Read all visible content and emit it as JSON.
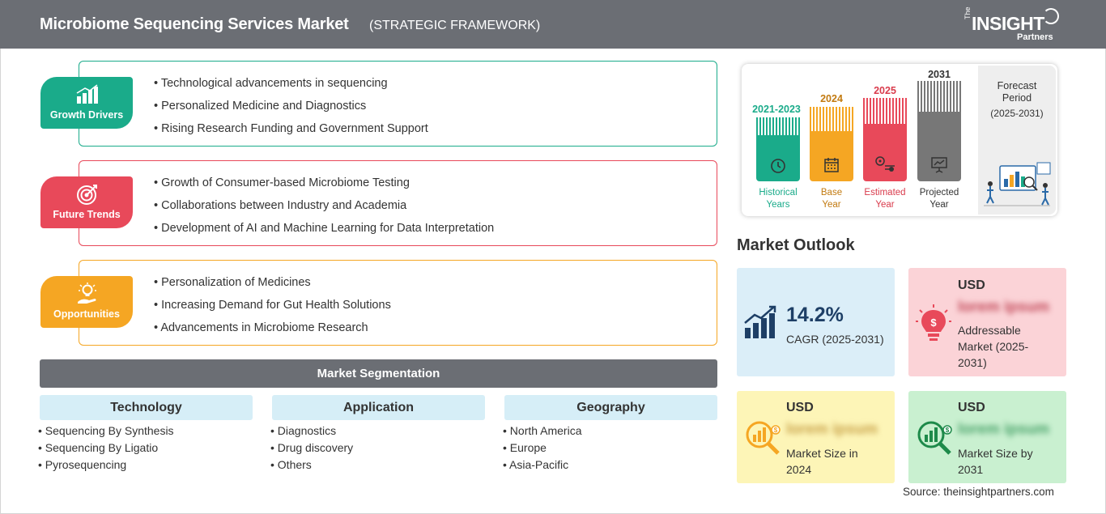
{
  "header": {
    "title": "Microbiome Sequencing Services Market",
    "subtitle": "(STRATEGIC FRAMEWORK)",
    "logo_the": "The",
    "logo_insight": "INSIGHT",
    "logo_partners": "Partners"
  },
  "framework": [
    {
      "label": "Growth Drivers",
      "color": "#1aab8a",
      "icon": "bar-chart-growth-icon",
      "items": [
        "Technological advancements in sequencing",
        "Personalized Medicine and Diagnostics",
        "Rising Research Funding and Government Support"
      ]
    },
    {
      "label": "Future Trends",
      "color": "#e8495a",
      "icon": "target-icon",
      "items": [
        "Growth of Consumer-based Microbiome Testing",
        "Collaborations between Industry and Academia",
        "Development of AI and Machine Learning for Data Interpretation"
      ]
    },
    {
      "label": "Opportunities",
      "color": "#f5a623",
      "icon": "lightbulb-hand-icon",
      "items": [
        "Personalization of Medicines",
        "Increasing Demand for Gut Health Solutions",
        "Advancements in Microbiome Research"
      ]
    }
  ],
  "segmentation": {
    "title": "Market Segmentation",
    "columns": [
      {
        "heading": "Technology",
        "items": [
          "Sequencing By Synthesis",
          "Sequencing By Ligatio",
          "Pyrosequencing"
        ]
      },
      {
        "heading": "Application",
        "items": [
          "Diagnostics",
          "Drug discovery",
          "Others"
        ]
      },
      {
        "heading": "Geography",
        "items": [
          "North America",
          "Europe",
          "Asia-Pacific"
        ]
      }
    ]
  },
  "timeline": {
    "bars": [
      {
        "year": "2021-2023",
        "label_line1": "Historical",
        "label_line2": "Years",
        "color": "#1aab8a"
      },
      {
        "year": "2024",
        "label_line1": "Base",
        "label_line2": "Year",
        "color": "#f5a623"
      },
      {
        "year": "2025",
        "label_line1": "Estimated",
        "label_line2": "Year",
        "color": "#e8495a"
      },
      {
        "year": "2031",
        "label_line1": "Projected",
        "label_line2": "Year",
        "color": "#777777"
      }
    ],
    "forecast_title_1": "Forecast",
    "forecast_title_2": "Period",
    "forecast_period": "(2025-2031)"
  },
  "outlook": {
    "title": "Market Outlook",
    "cagr_value": "14.2%",
    "cagr_label": "CAGR (2025-2031)",
    "addressable_usd": "USD",
    "addressable_value": "lorem ipsum",
    "addressable_label": "Addressable Market (2025-2031)",
    "size2024_usd": "USD",
    "size2024_value": "lorem ipsum",
    "size2024_label": "Market Size in 2024",
    "size2031_usd": "USD",
    "size2031_value": "lorem ipsum",
    "size2031_label": "Market Size by 2031"
  },
  "source": "Source: theinsightpartners.com"
}
